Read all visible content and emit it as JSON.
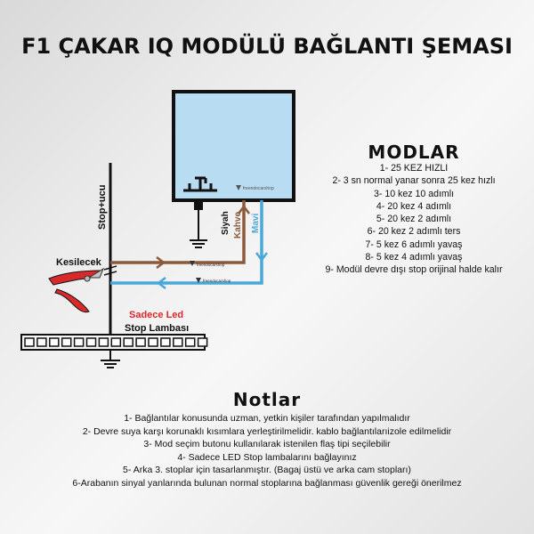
{
  "title": "F1 ÇAKAR IQ MODÜLÜ BAĞLANTI ŞEMASI",
  "colors": {
    "module_fill": "#b8dcf2",
    "wire_brown": "#8c5a3a",
    "wire_blue": "#4aa8d8",
    "wire_black": "#111111",
    "led_label": "#e0262a"
  },
  "diagram": {
    "stop_label": "Stop+ucu",
    "cut_label": "Kesilecek",
    "led_label": "Sadece Led",
    "lamp_label": "Stop Lambası",
    "wire_labels": {
      "black": "Siyah",
      "brown": "Kahve",
      "blue": "Mavi"
    },
    "watermark": "freendocarshop",
    "icons": [
      "ground-icon",
      "push-button-icon",
      "wire-cutter-icon",
      "arrow-icon"
    ]
  },
  "modlar": {
    "heading": "MODLAR",
    "items": [
      "1- 25 KEZ HIZLI",
      "2- 3 sn normal yanar sonra 25 kez hızlı",
      "3- 10 kez 10 adımlı",
      "4- 20 kez 4 adımlı",
      "5- 20 kez 2 adımlı",
      "6- 20 kez 2 adımlı ters",
      "7- 5 kez 6 adımlı yavaş",
      "8- 5 kez 4 adımlı yavaş",
      "9- Modül devre dışı stop orijinal halde kalır"
    ]
  },
  "notlar": {
    "heading": "Notlar",
    "items": [
      "1- Bağlantılar konusunda uzman, yetkin kişiler tarafından yapılmalıdır",
      "2- Devre suya karşı korunaklı kısımlara yerleştirilmelidir. kablo bağlantılarıizole edilmelidir",
      "3- Mod seçim butonu kullanılarak istenilen flaş tipi seçilebilir",
      "4- Sadece LED Stop lambalarını bağlayınız",
      "5- Arka 3. stoplar için tasarlanmıştır. (Bagaj üstü ve arka cam stopları)",
      "6-Arabanın sinyal yanlarında bulunan normal stoplarına bağlanması güvenlik gereği önerilmez"
    ]
  }
}
